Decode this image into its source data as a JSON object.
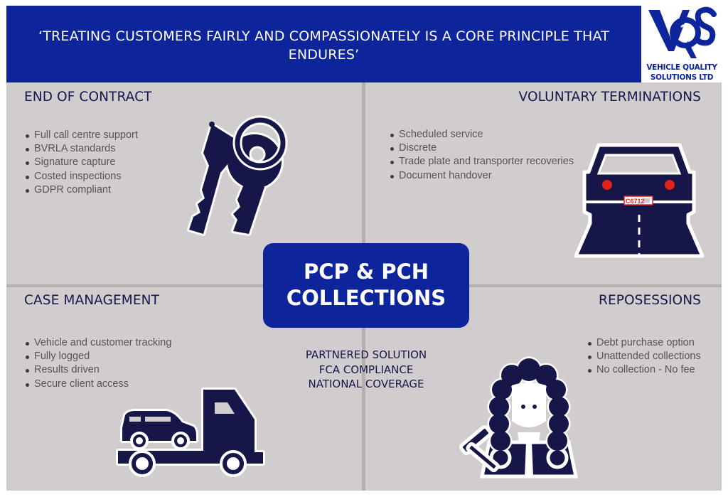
{
  "header": {
    "quote_line1": "‘TREATING CUSTOMERS FAIRLY AND COMPASSIONATELY IS A CORE PRINCIPLE THAT",
    "quote_line2": "ENDURES’"
  },
  "logo": {
    "mark": "VQS",
    "line1": "VEHICLE QUALITY",
    "line2": "SOLUTIONS LTD"
  },
  "center": {
    "title_line1": "PCP & PCH",
    "title_line2": "COLLECTIONS",
    "taglines": [
      "PARTNERED SOLUTION",
      "FCA COMPLIANCE",
      "NATIONAL COVERAGE"
    ]
  },
  "sections": [
    {
      "title": "END OF CONTRACT",
      "icon": "keys-icon",
      "bullets": [
        "Full call centre support",
        "BVRLA standards",
        "Signature capture",
        "Costed inspections",
        "GDPR compliant"
      ]
    },
    {
      "title": "VOLUNTARY TERMINATIONS",
      "icon": "car-on-road-icon",
      "plate": "C6712",
      "bullets": [
        "Scheduled service",
        "Discrete",
        "Trade plate and transporter recoveries",
        "Document handover"
      ]
    },
    {
      "title": "CASE MANAGEMENT",
      "icon": "tow-truck-icon",
      "bullets": [
        "Vehicle and customer tracking",
        "Fully logged",
        "Results driven",
        "Secure client access"
      ]
    },
    {
      "title": "REPOSESSIONS",
      "icon": "judge-gavel-icon",
      "bullets": [
        "Debt purchase option",
        "Unattended collections",
        "No collection - No fee"
      ]
    }
  ],
  "colors": {
    "brand_blue": "#0d249b",
    "navy": "#161649",
    "panel_gray": "#d1cdce",
    "divider_gray": "#b4afb0",
    "body_text": "#565456",
    "tail_light_red": "#e2231a"
  }
}
